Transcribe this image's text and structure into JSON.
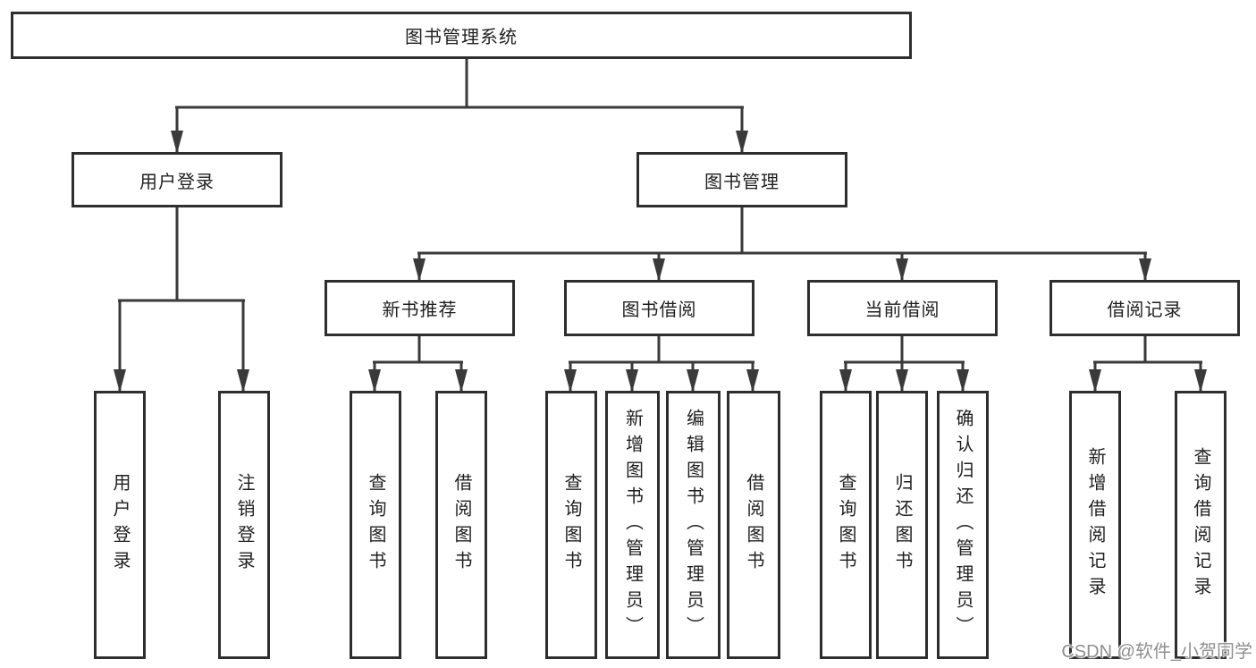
{
  "colors": {
    "line": "#3a3a3a",
    "box_border": "#2e2e2e",
    "box_fill": "#ffffff",
    "text": "#1f1f1f",
    "watermark": "#8f8f8f",
    "background": "#ffffff"
  },
  "watermark": "CSDN @软件_小贺同学",
  "tree": {
    "root": {
      "label": "图书管理系统",
      "children": [
        {
          "label": "用户登录",
          "children": [
            {
              "label": "用户登录"
            },
            {
              "label": "注销登录"
            }
          ]
        },
        {
          "label": "图书管理",
          "children": [
            {
              "label": "新书推荐",
              "children": [
                {
                  "label": "查询图书"
                },
                {
                  "label": "借阅图书"
                }
              ]
            },
            {
              "label": "图书借阅",
              "children": [
                {
                  "label": "查询图书"
                },
                {
                  "label": "新增图书（管理员）"
                },
                {
                  "label": "编辑图书（管理员）"
                },
                {
                  "label": "借阅图书"
                }
              ]
            },
            {
              "label": "当前借阅",
              "children": [
                {
                  "label": "查询图书"
                },
                {
                  "label": "归还图书"
                },
                {
                  "label": "确认归还（管理员）"
                }
              ]
            },
            {
              "label": "借阅记录",
              "children": [
                {
                  "label": "新增借阅记录"
                },
                {
                  "label": "查询借阅记录"
                }
              ]
            }
          ]
        }
      ]
    }
  }
}
